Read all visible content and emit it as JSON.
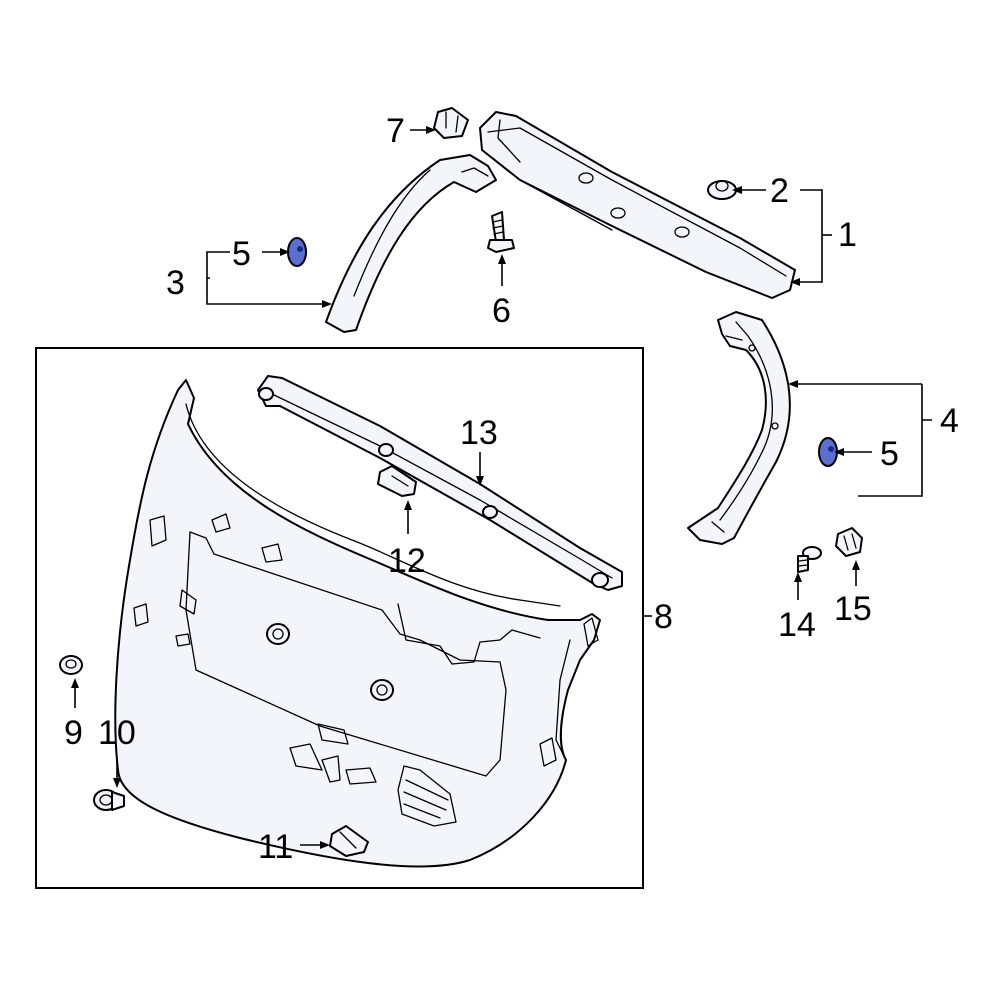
{
  "highlight_color": "#5a6fd1",
  "callouts": {
    "c1": "1",
    "c2": "2",
    "c3": "3",
    "c4": "4",
    "c5a": "5",
    "c5b": "5",
    "c6": "6",
    "c7": "7",
    "c8": "8",
    "c9": "9",
    "c10": "10",
    "c11": "11",
    "c12": "12",
    "c13": "13",
    "c14": "14",
    "c15": "15"
  }
}
